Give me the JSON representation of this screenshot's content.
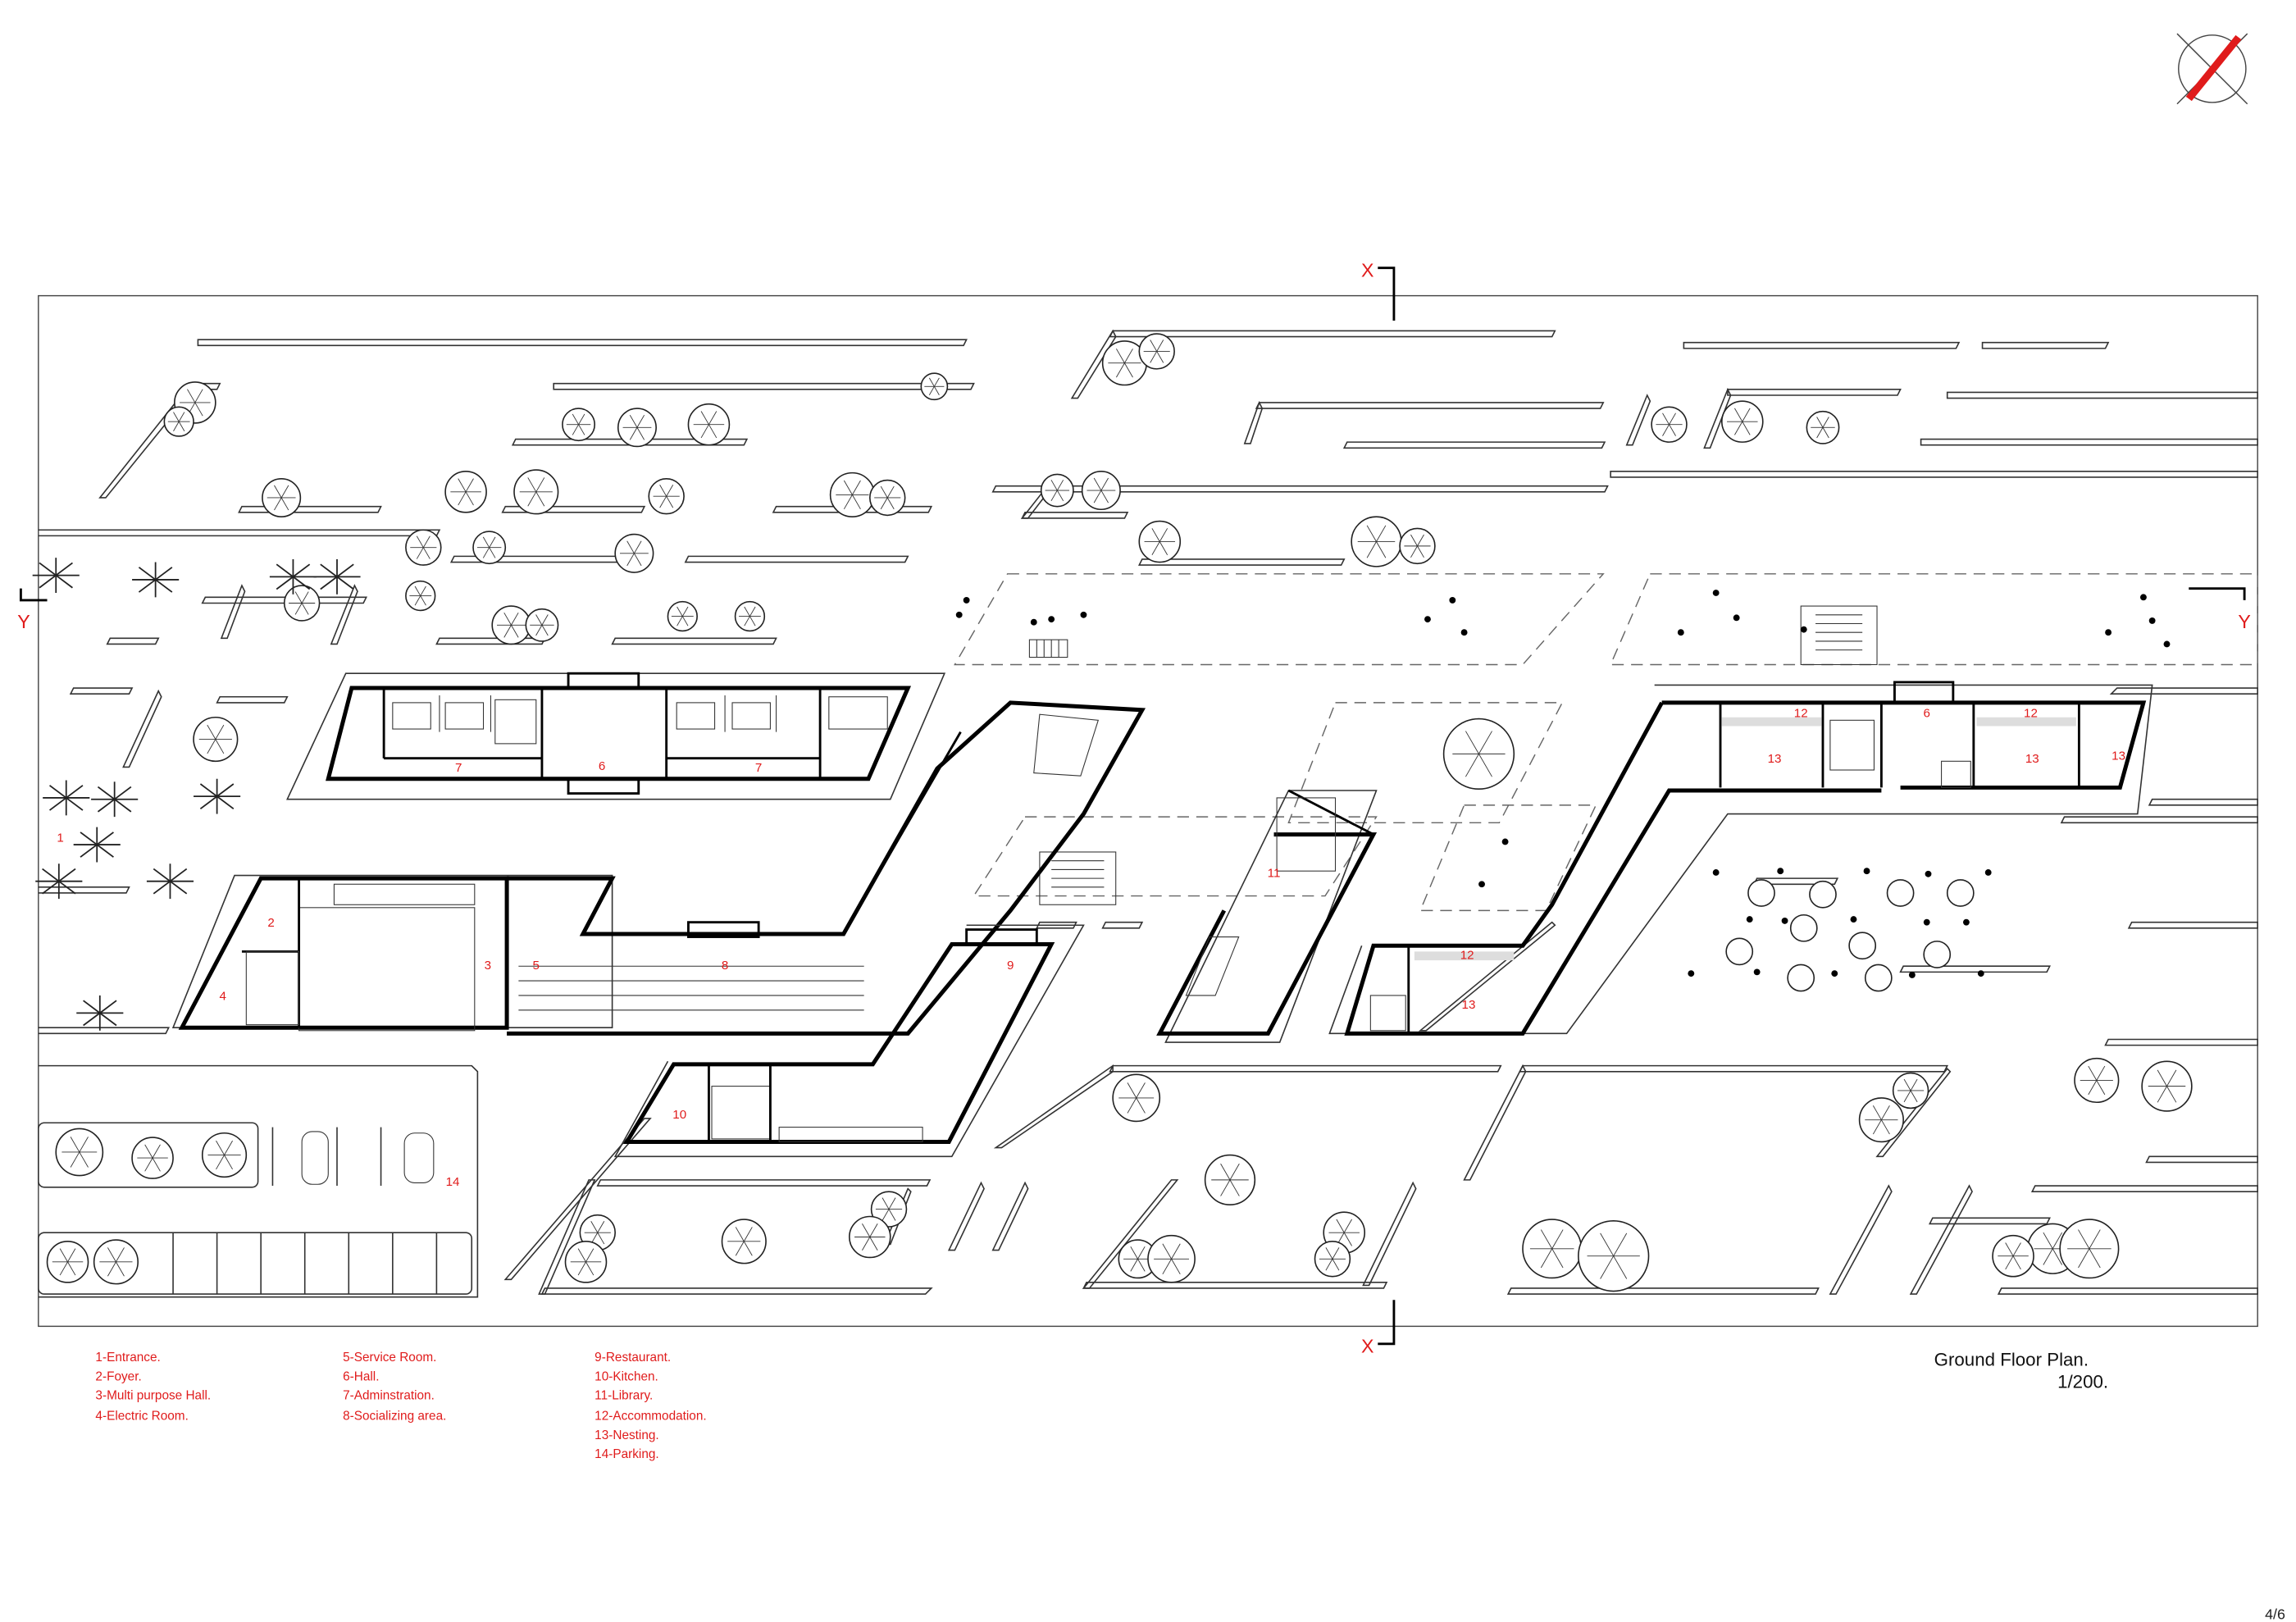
{
  "drawing": {
    "title": "Ground Floor Plan.",
    "scale": "1/200.",
    "page": "4/6",
    "section_x": "X",
    "section_y": "Y"
  },
  "rooms": [
    {
      "num": "1"
    },
    {
      "num": "2"
    },
    {
      "num": "3"
    },
    {
      "num": "4"
    },
    {
      "num": "5"
    },
    {
      "num": "6"
    },
    {
      "num": "6"
    },
    {
      "num": "7"
    },
    {
      "num": "7"
    },
    {
      "num": "8"
    },
    {
      "num": "9"
    },
    {
      "num": "10"
    },
    {
      "num": "11"
    },
    {
      "num": "12"
    },
    {
      "num": "12"
    },
    {
      "num": "12"
    },
    {
      "num": "13"
    },
    {
      "num": "13"
    },
    {
      "num": "13"
    },
    {
      "num": "13"
    },
    {
      "num": "14"
    }
  ],
  "legend": {
    "col1": [
      "1-Entrance.",
      "2-Foyer.",
      "3-Multi purpose Hall.",
      "4-Electric Room."
    ],
    "col2": [
      "5-Service Room.",
      "6-Hall.",
      "7-Adminstration.",
      "8-Socializing area."
    ],
    "col3": [
      "9-Restaurant.",
      "10-Kitchen.",
      "11-Library.",
      "12-Accommodation.",
      "13-Nesting.",
      "14-Parking."
    ]
  },
  "colors": {
    "accent": "#e01b1b",
    "line": "#000000",
    "background": "#ffffff"
  },
  "icons": {
    "north_arrow": "compass-icon"
  }
}
